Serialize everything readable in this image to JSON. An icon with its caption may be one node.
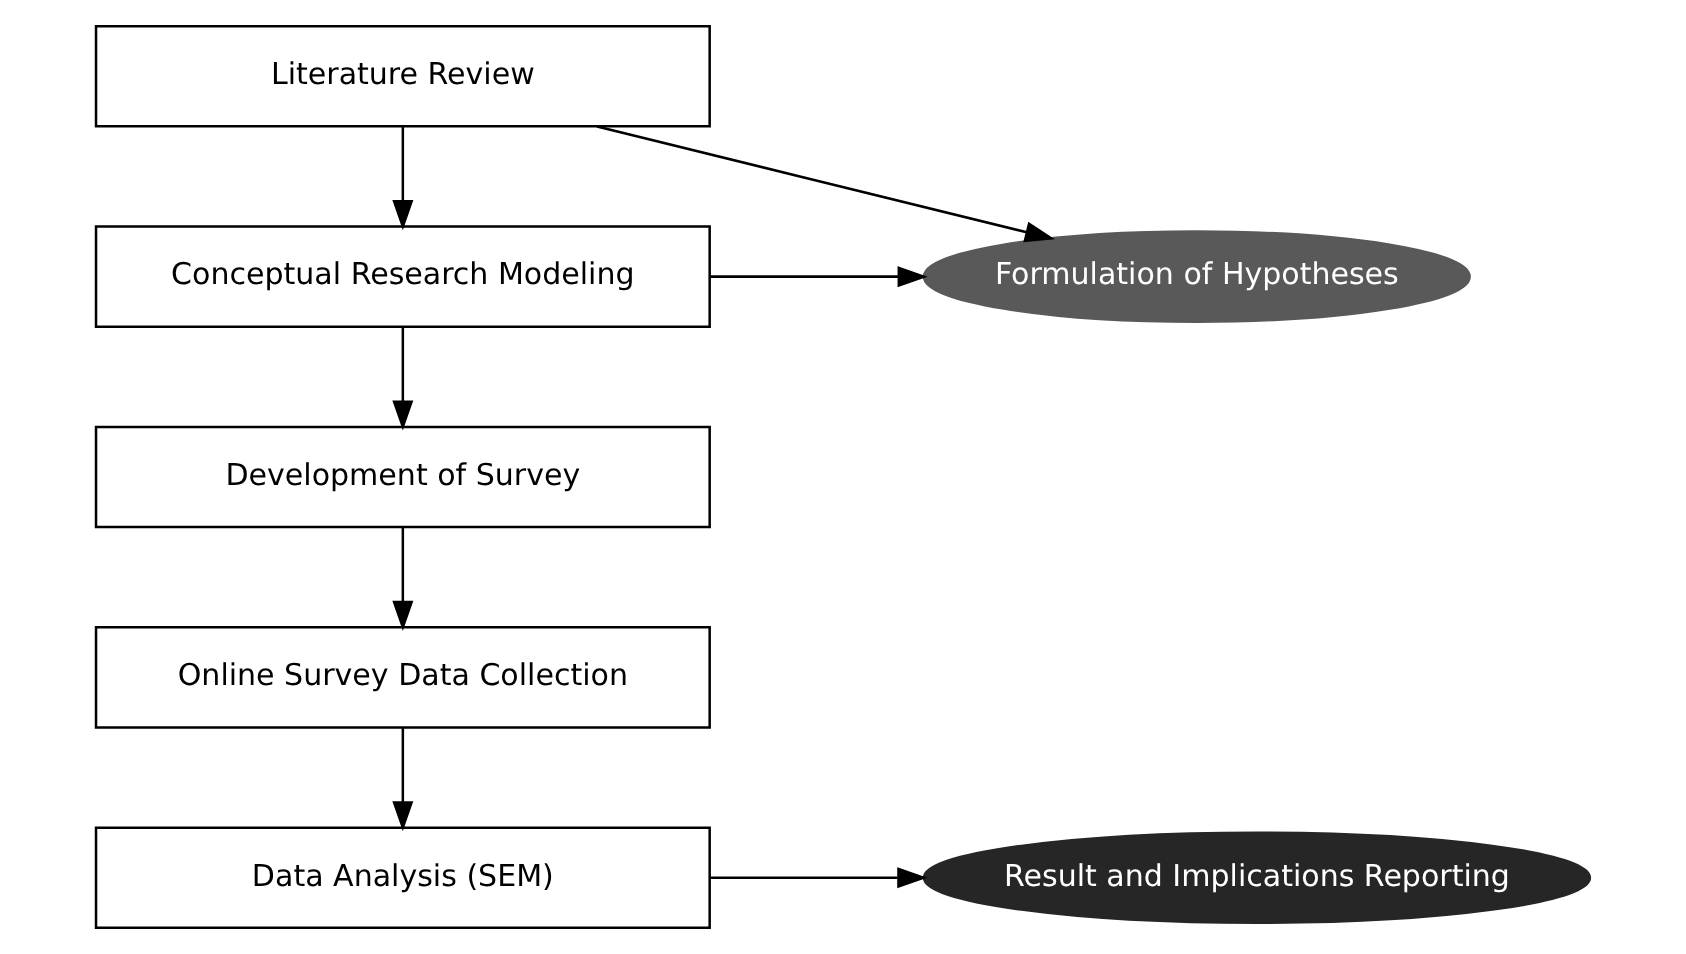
{
  "diagram": {
    "nodes": [
      {
        "text": [
          "Literature Review"
        ]
      },
      {
        "text": [
          "Conceptual Research Modeling"
        ]
      },
      {
        "text": [
          "Development of Survey"
        ]
      },
      {
        "text": [
          "Online Survey Data Collection"
        ]
      },
      {
        "text": [
          "Data Analysis (SEM)"
        ]
      },
      {
        "text": [
          "Formulation of Hypotheses"
        ]
      },
      {
        "text": [
          "Result and Implications Reporting"
        ]
      }
    ],
    "edges": [
      {
        "from": 0,
        "to": 1,
        "arrow": "to"
      },
      {
        "from": 1,
        "to": 2,
        "arrow": "to"
      },
      {
        "from": 2,
        "to": 3,
        "arrow": "to"
      },
      {
        "from": 3,
        "to": 4,
        "arrow": "to"
      },
      {
        "from": 0,
        "to": 5,
        "arrow": "to"
      },
      {
        "from": 1,
        "to": 5,
        "arrow": "to"
      },
      {
        "from": 4,
        "to": 6,
        "arrow": "to"
      }
    ]
  }
}
